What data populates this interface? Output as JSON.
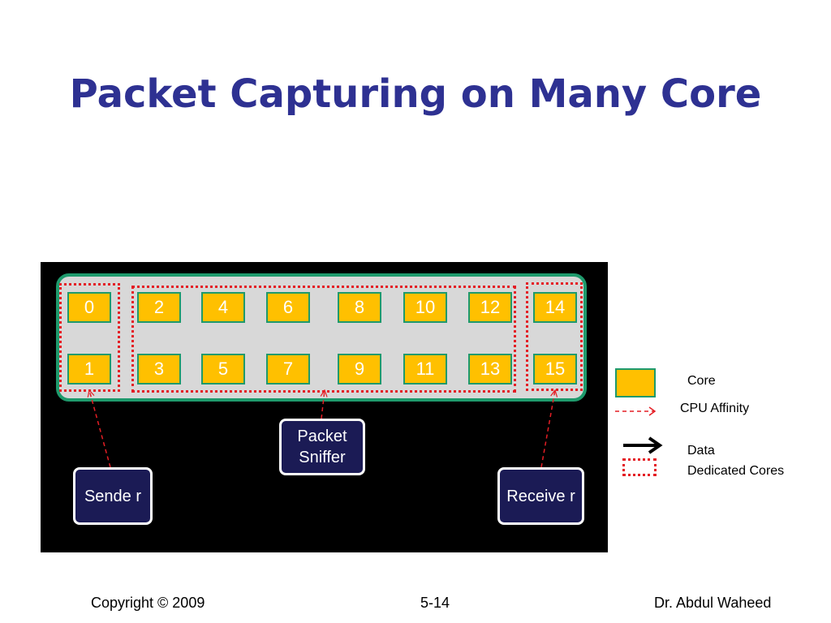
{
  "slide": {
    "title": "Packet Capturing on Many Core"
  },
  "diagram": {
    "cores": [
      "0",
      "2",
      "4",
      "6",
      "8",
      "10",
      "12",
      "14",
      "1",
      "3",
      "5",
      "7",
      "9",
      "11",
      "13",
      "15"
    ],
    "processes": {
      "packet_sniffer": "Packet Sniffer",
      "sender": "Sende r",
      "receiver": "Receive r"
    },
    "colors": {
      "core_fill": "#ffc000",
      "core_border": "#1e9a6c",
      "chip_fill": "#d8d8d8",
      "dedicated_border": "#e41e25",
      "process_fill": "#1b1b55",
      "title": "#2e3192"
    }
  },
  "legend": {
    "core": "Core",
    "cpu_affinity": "CPU Affinity",
    "data": "Data",
    "dedicated_cores": "Dedicated Cores"
  },
  "footer": {
    "copyright": "Copyright © 2009",
    "page": "5-14",
    "author": "Dr. Abdul Waheed"
  }
}
